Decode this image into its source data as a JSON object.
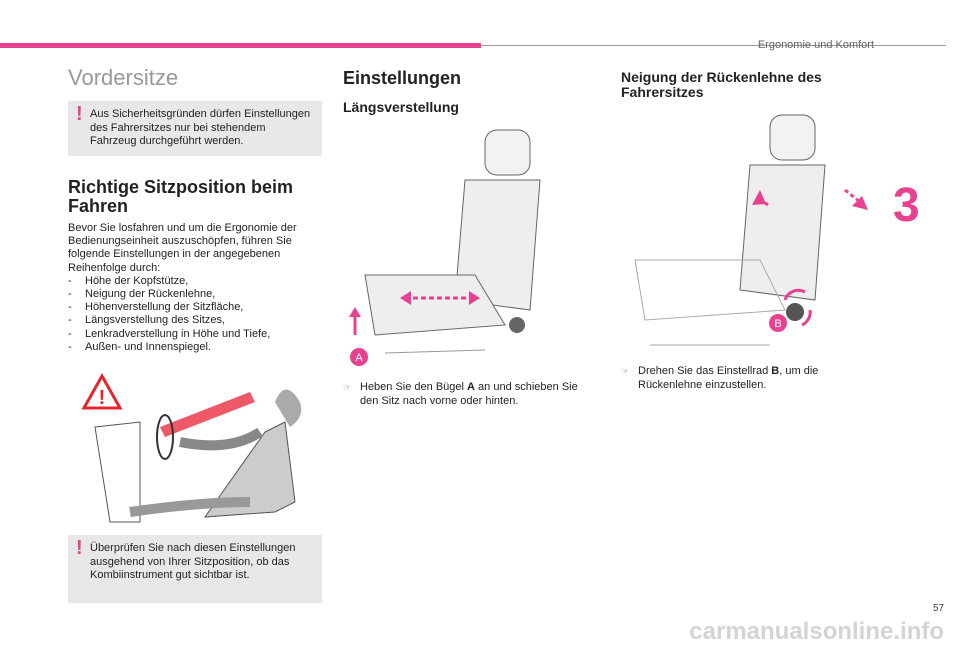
{
  "header": {
    "section": "Ergonomie und Komfort",
    "chapter": "3",
    "page": "57"
  },
  "col1": {
    "title": "Vordersitze",
    "warning1": "Aus Sicherheitsgründen dürfen Einstellungen des Fahrersitzes nur bei stehendem Fahrzeug durchgeführt werden.",
    "heading": "Richtige Sitzposition beim Fahren",
    "intro": "Bevor Sie losfahren und um die Ergonomie der Bedienungseinheit auszuschöpfen, führen Sie folgende Einstellungen in der angegebenen Reihenfolge durch:",
    "list": [
      "Höhe der Kopfstütze,",
      "Neigung der Rückenlehne,",
      "Höhenverstellung der Sitzfläche,",
      "Längsverstellung des Sitzes,",
      "Lenkradverstellung in Höhe und Tiefe,",
      "Außen- und Innenspiegel."
    ],
    "warning2": "Überprüfen Sie nach diesen Einstellungen ausgehend von Ihrer Sitzposition, ob das Kombiinstrument gut sichtbar ist."
  },
  "col2": {
    "title": "Einstellungen",
    "subtitle": "Längsverstellung",
    "label": "A",
    "step_pre": "Heben Sie den Bügel ",
    "step_bold": "A",
    "step_post": " an und schieben Sie den Sitz nach vorne oder hinten."
  },
  "col3": {
    "title": "Neigung der Rückenlehne des Fahrersitzes",
    "label": "B",
    "step_pre": "Drehen Sie das Einstellrad ",
    "step_bold": "B",
    "step_post": ", um die Rückenlehne einzustellen."
  },
  "watermark": "carmanualsonline.info",
  "colors": {
    "accent": "#e8418f",
    "warning_bg": "#e8e8e8"
  }
}
